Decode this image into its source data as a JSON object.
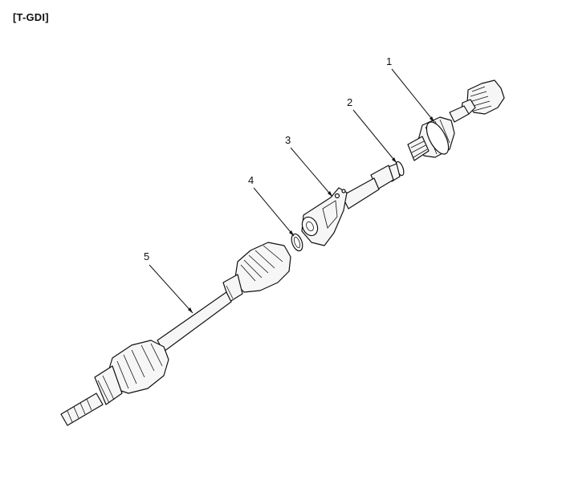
{
  "header": {
    "title": "[T-GDI]"
  },
  "callouts": [
    {
      "id": "1",
      "label": "1"
    },
    {
      "id": "2",
      "label": "2"
    },
    {
      "id": "3",
      "label": "3"
    },
    {
      "id": "4",
      "label": "4"
    },
    {
      "id": "5",
      "label": "5"
    }
  ],
  "colors": {
    "line": "#111111",
    "fill": "#f6f6f6",
    "background": "#ffffff"
  }
}
